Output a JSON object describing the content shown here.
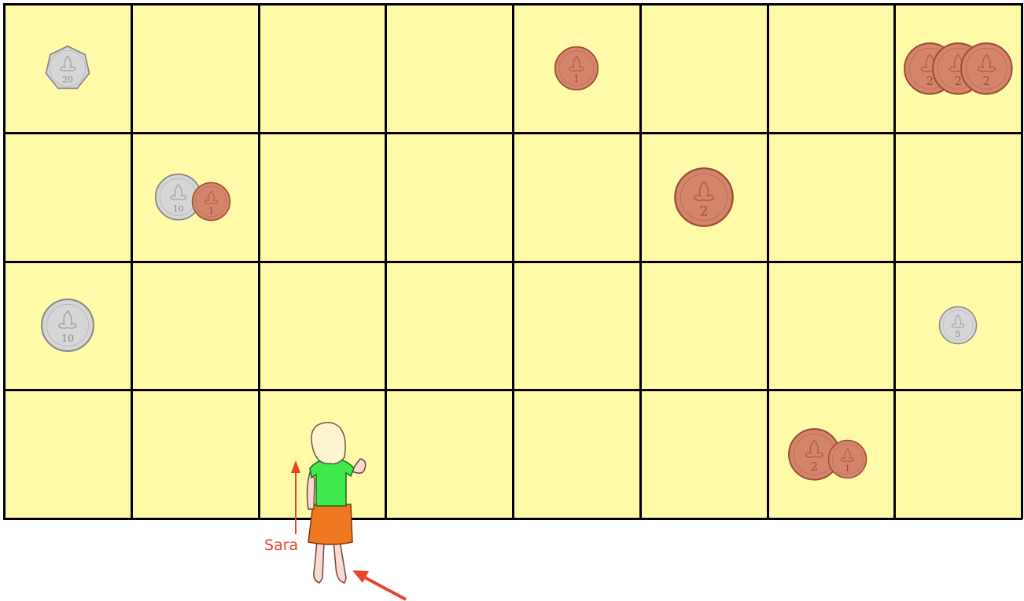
{
  "board": {
    "rows": 4,
    "cols": 8,
    "cell_color": "#fffaa8",
    "line_color": "#000000"
  },
  "coins": [
    {
      "row": 0,
      "col": 0,
      "items": [
        {
          "value": "20",
          "metal": "silver",
          "shape": "heptagon"
        }
      ]
    },
    {
      "row": 0,
      "col": 4,
      "items": [
        {
          "value": "1",
          "metal": "copper",
          "shape": "round"
        }
      ]
    },
    {
      "row": 0,
      "col": 7,
      "items": [
        {
          "value": "2",
          "metal": "copper",
          "shape": "round"
        },
        {
          "value": "2",
          "metal": "copper",
          "shape": "round"
        },
        {
          "value": "2",
          "metal": "copper",
          "shape": "round"
        }
      ]
    },
    {
      "row": 1,
      "col": 1,
      "items": [
        {
          "value": "10",
          "metal": "silver",
          "shape": "round"
        },
        {
          "value": "1",
          "metal": "copper",
          "shape": "round"
        }
      ]
    },
    {
      "row": 1,
      "col": 5,
      "items": [
        {
          "value": "2",
          "metal": "copper",
          "shape": "round"
        }
      ]
    },
    {
      "row": 2,
      "col": 0,
      "items": [
        {
          "value": "10",
          "metal": "silver",
          "shape": "round"
        }
      ]
    },
    {
      "row": 2,
      "col": 7,
      "items": [
        {
          "value": "5",
          "metal": "silver",
          "shape": "round"
        }
      ]
    },
    {
      "row": 3,
      "col": 6,
      "items": [
        {
          "value": "2",
          "metal": "copper",
          "shape": "round"
        },
        {
          "value": "1",
          "metal": "copper",
          "shape": "round"
        }
      ]
    }
  ],
  "character": {
    "name": "Sara",
    "row": 3,
    "col": 2,
    "facing": "up"
  },
  "colors": {
    "copper": "#d4846a",
    "copper_dark": "#9c5038",
    "silver": "#d6d6d6",
    "silver_dark": "#8a8a8a",
    "arrow": "#e8442a"
  }
}
